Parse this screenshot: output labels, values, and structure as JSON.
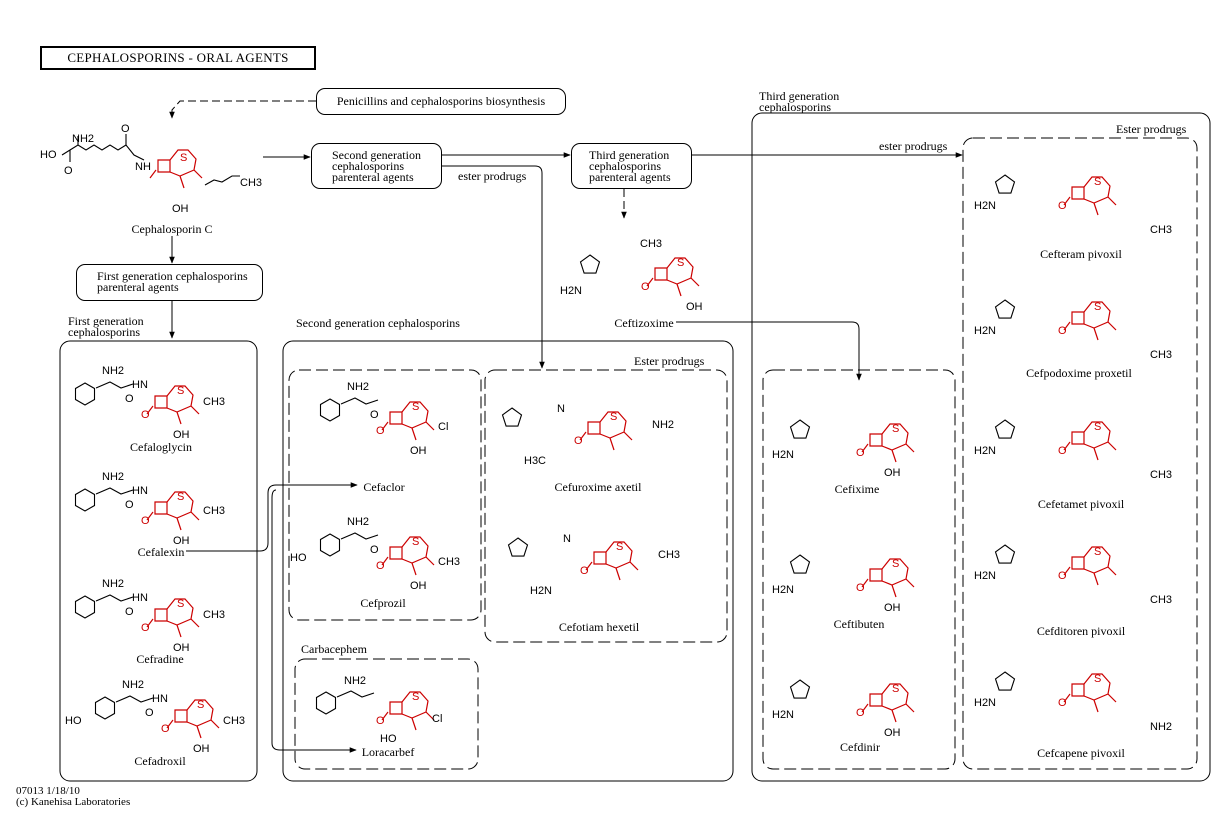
{
  "title": "CEPHALOSPORINS - ORAL  AGENTS",
  "nodes": {
    "biosynthesis": "Penicillins and cephalosporins biosynthesis",
    "second_parenteral": [
      "Second generation",
      "cephalosporins",
      "parenteral agents"
    ],
    "third_parenteral": [
      "Third generation",
      "cephalosporins",
      "parenteral agents"
    ],
    "first_parenteral": [
      "First generation cephalosporins",
      "parenteral agents"
    ]
  },
  "group_labels": {
    "first_generation": [
      "First generation",
      "cephalosporins"
    ],
    "second_generation": "Second generation  cephalosporins",
    "third_generation": [
      "Third generation",
      "cephalosporins"
    ],
    "ester_prodrugs": "Ester prodrugs",
    "carbacephem": "Carbacephem",
    "ester_prodrugs_arrow_1": "ester prodrugs",
    "ester_prodrugs_arrow_2": "ester prodrugs"
  },
  "compounds": {
    "cephalosporin_c": "Cephalosporin C",
    "ceftizoxime": "Ceftizoxime",
    "cefaloglycin": "Cefaloglycin",
    "cefalexin": "Cefalexin",
    "cefradine": "Cefradine",
    "cefadroxil": "Cefadroxil",
    "cefaclor": "Cefaclor",
    "cefprozil": "Cefprozil",
    "loracarbef": "Loracarbef",
    "cefuroxime_axetil": "Cefuroxime axetil",
    "cefotiam_hexetil": "Cefotiam hexetil",
    "cefixime": "Cefixime",
    "ceftibuten": "Ceftibuten",
    "cefdinir": "Cefdinir",
    "cefteram_pivoxil": "Cefteram pivoxil",
    "cefpodoxime_proxetil": "Cefpodoxime proxetil",
    "cefetamet_pivoxil": "Cefetamet pivoxil",
    "cefditoren_pivoxil": "Cefditoren pivoxil",
    "cefcapene_pivoxil": "Cefcapene pivoxil"
  },
  "atoms": {
    "s": "S",
    "n": "N",
    "o": "O",
    "h": "H",
    "nh2": "NH2",
    "h2n": "H2N",
    "ho": "HO",
    "oh": "OH",
    "cl": "Cl",
    "ch3": "CH3",
    "h3c": "H3C",
    "nh": "NH"
  },
  "colors": {
    "core": "#cc0000",
    "ink": "#000000"
  },
  "footer": [
    "07013 1/18/10",
    "(c) Kanehisa Laboratories"
  ]
}
